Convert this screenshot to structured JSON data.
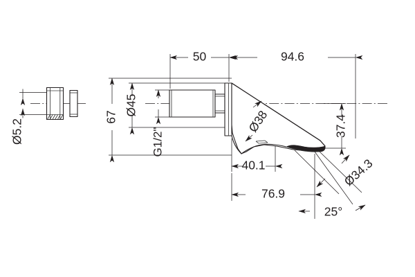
{
  "drawing": {
    "title": "Wall Mounted Basin Spout Dimensional Drawing",
    "type": "technical-engineering-drawing",
    "units": "mm",
    "background_color": "#ffffff",
    "line_color": "#231f20"
  },
  "dimensions": {
    "top_left": "50",
    "top_right": "94.6",
    "vertical_outer_left": "67",
    "vertical_flange": "Ø45",
    "thread_label": "G1/2\"",
    "cone_leader": "Ø38",
    "vertical_right": "37.4",
    "nozzle_leader": "Ø34.3",
    "bottom_inner": "40.1",
    "bottom_outer": "76.9",
    "angle": "25°",
    "nut_detail": "Ø5.2"
  },
  "parts": {
    "nut_detail_label": "hex-nut-and-washer-detail",
    "spout_label": "wall-mounted-spout-assembly",
    "inlet_label": "threaded-inlet-pipe",
    "flange_label": "wall-flange",
    "body_label": "tapered-spout-body",
    "nozzle_label": "spout-nozzle-outlet"
  }
}
